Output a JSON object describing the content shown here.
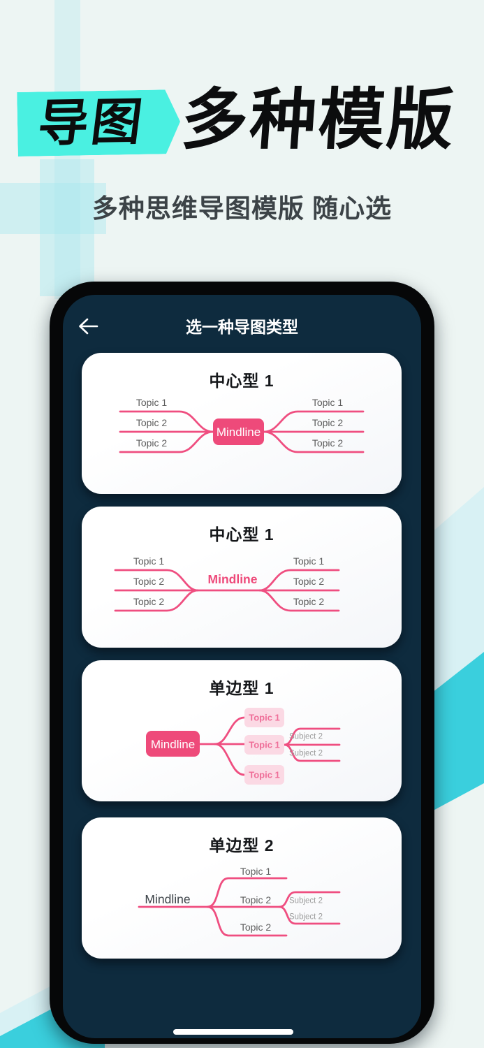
{
  "hero": {
    "badge_label": "导图",
    "title": "多种模版",
    "subtitle": "多种思维导图模版 随心选"
  },
  "phone": {
    "nav": {
      "title": "选一种导图类型"
    },
    "cards": [
      {
        "title": "中心型 1",
        "root": "Mindline",
        "left": [
          "Topic 1",
          "Topic 2",
          "Topic 2"
        ],
        "right": [
          "Topic 1",
          "Topic 2",
          "Topic 2"
        ]
      },
      {
        "title": "中心型 1",
        "root": "Mindline",
        "left": [
          "Topic 1",
          "Topic 2",
          "Topic 2"
        ],
        "right": [
          "Topic 1",
          "Topic 2",
          "Topic 2"
        ]
      },
      {
        "title": "单边型 1",
        "root": "Mindline",
        "topics": [
          "Topic 1",
          "Topic 1",
          "Topic 1"
        ],
        "subjects": [
          "Subject 2",
          "Subject 2"
        ]
      },
      {
        "title": "单边型 2",
        "root": "Mindline",
        "topics": [
          "Topic 1",
          "Topic 2",
          "Topic 2"
        ],
        "subjects": [
          "Subject 2",
          "Subject 2"
        ]
      }
    ]
  },
  "colors": {
    "page_bg": "#edf5f3",
    "badge_teal": "#4af0e1",
    "band_teal": "#3acfdd",
    "band_light_cyan": "#d8f1f4",
    "screen_navy": "#0e2b3e",
    "accent_pink": "#ee4a7a",
    "pink_light": "#fbd9e4",
    "topic_gray": "#5c5c5c",
    "subject_gray": "#9d9d9d"
  }
}
